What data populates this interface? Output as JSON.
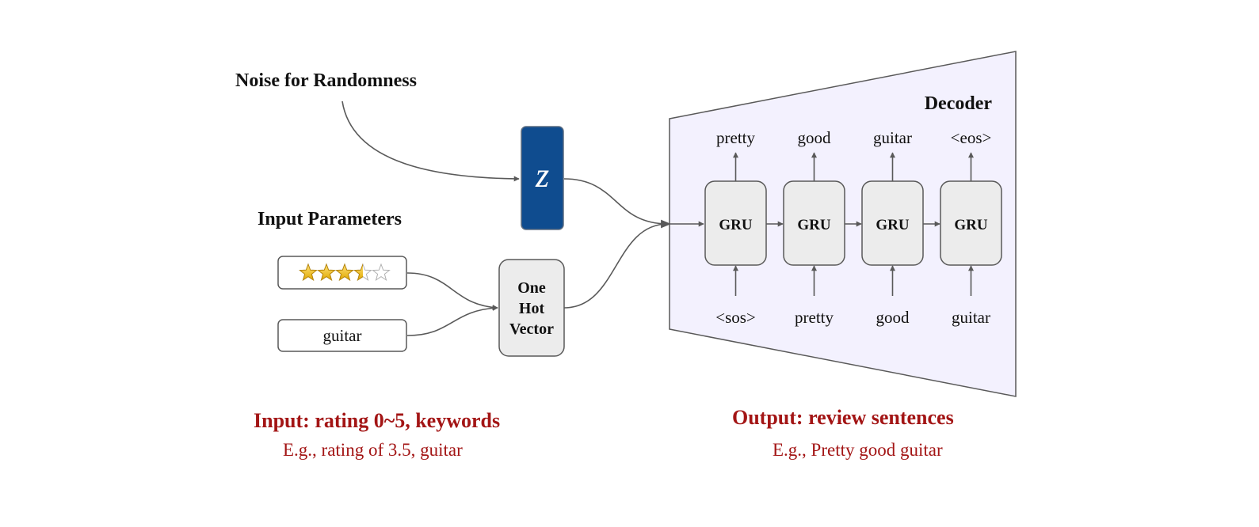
{
  "noise_label": "Noise for Randomness",
  "z_symbol": "z",
  "input_params_label": "Input Parameters",
  "rating_input": {
    "rating": 3.5,
    "max_rating": 5
  },
  "keyword_input": "guitar",
  "one_hot": {
    "line1": "One",
    "line2": "Hot",
    "line3": "Vector"
  },
  "decoder": {
    "title": "Decoder",
    "cell_label": "GRU",
    "outputs": [
      "pretty",
      "good",
      "guitar",
      "<eos>"
    ],
    "inputs": [
      "<sos>",
      "pretty",
      "good",
      "guitar"
    ]
  },
  "input_caption": {
    "title": "Input: rating 0~5, keywords",
    "example": "E.g., rating of 3.5, guitar"
  },
  "output_caption": {
    "title": "Output: review sentences",
    "example": "E.g., Pretty good guitar"
  },
  "colors": {
    "z_fill": "#0f4c8f",
    "decoder_fill": "#f3f1fe",
    "box_fill": "#ececec",
    "caption_red": "#a31515",
    "star_gold": "#f5c518",
    "line": "#595959"
  }
}
